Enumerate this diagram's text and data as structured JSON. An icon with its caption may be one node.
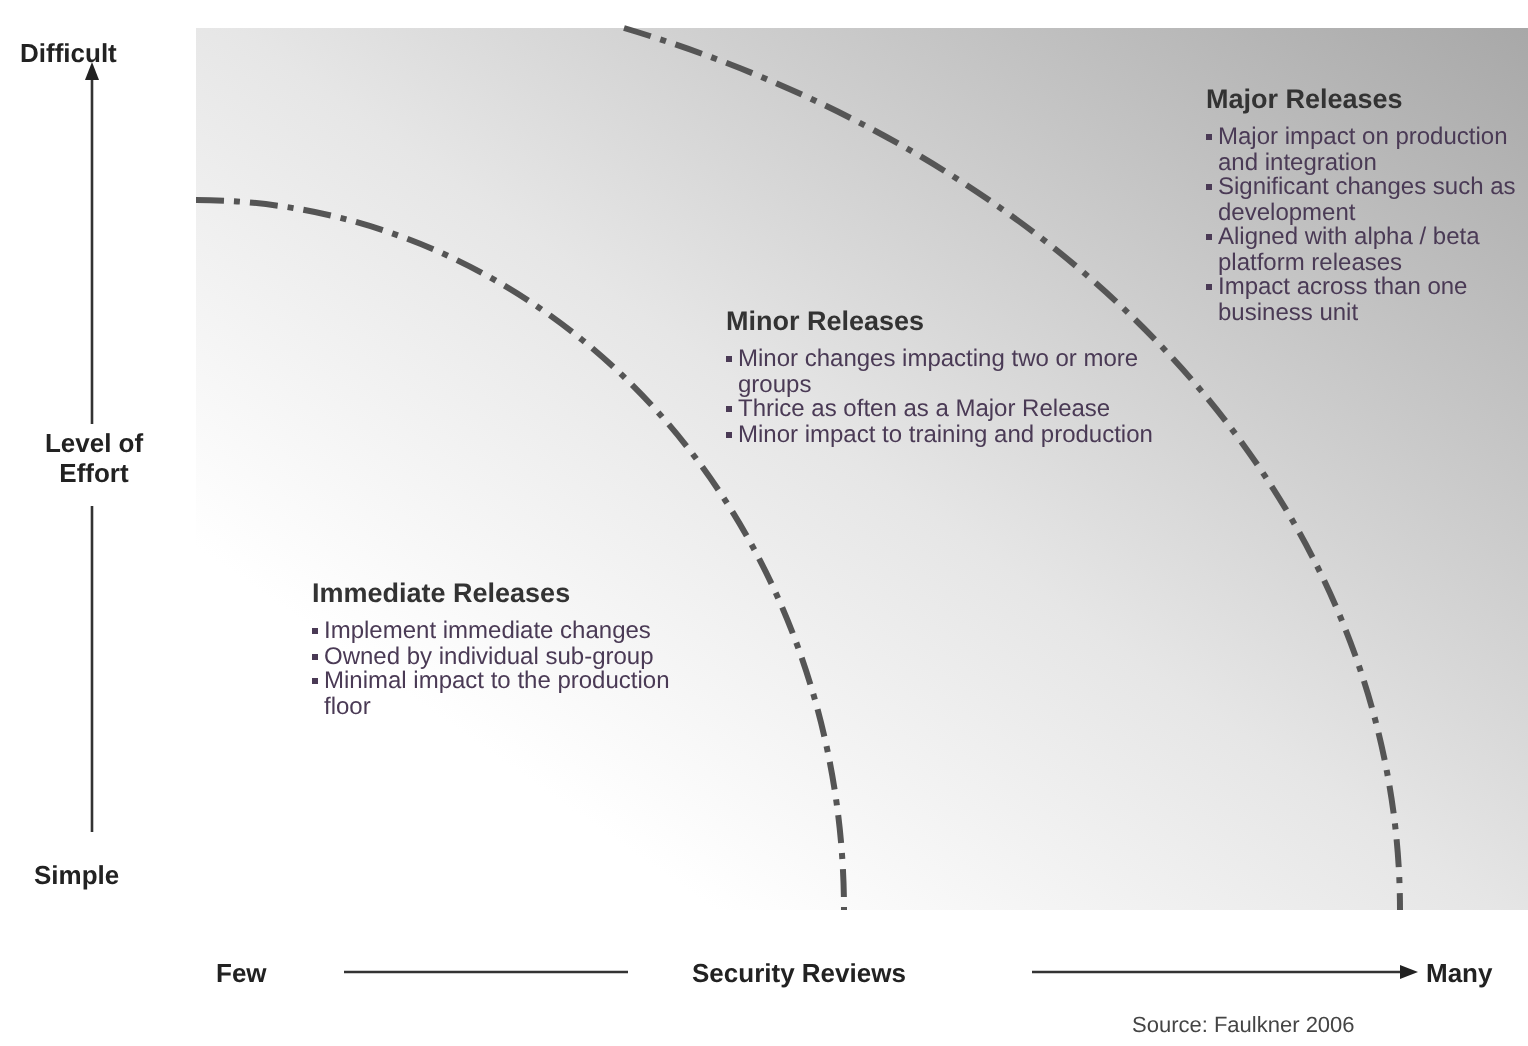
{
  "diagram": {
    "labels": [
      "Difficult",
      "Level of Effort",
      "Simple",
      "Major Releases",
      "Major impact on production and integration",
      "Significant changes such as development",
      "Aligned with alpha / beta platform releases",
      "Impact across than one business unit",
      "Minor Releases",
      "Minor changes impacting two or more groups",
      "Thrice as often as a Major Release",
      "Minor impact to training and production",
      "Immediate Releases",
      "Implement immediate changes",
      "Owned by individual sub-group",
      "Minimal impact to the production floor",
      "Few",
      "Security Reviews",
      "Many",
      "Source: Faulkner 2006"
    ]
  }
}
